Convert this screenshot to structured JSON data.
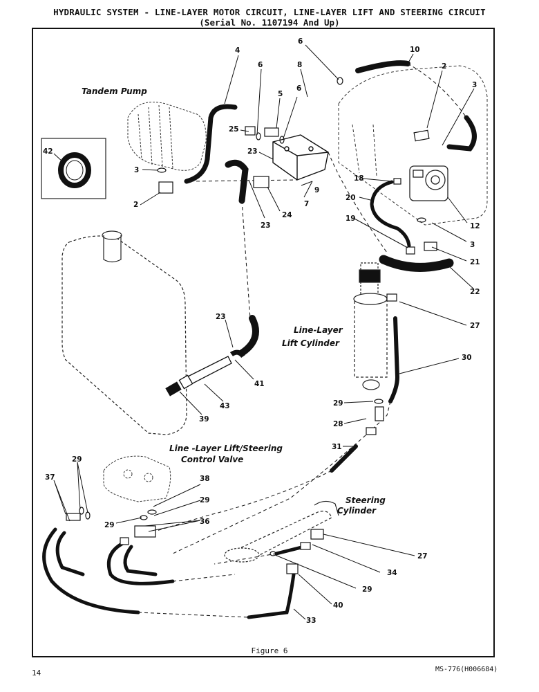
{
  "header": {
    "title": "HYDRAULIC SYSTEM - LINE-LAYER MOTOR CIRCUIT, LINE-LAYER LIFT AND STEERING CIRCUIT",
    "subtitle": "(Serial No. 1107194 And Up)"
  },
  "figure": {
    "caption": "Figure 6"
  },
  "footer": {
    "page_number": "14",
    "doc_code": "MS-776(H006684)"
  },
  "component_labels": {
    "tandem_pump": "Tandem Pump",
    "lift_cylinder_line1": "Line-Layer",
    "lift_cylinder_line2": "Lift Cylinder",
    "control_valve_line1": "Line -Layer Lift/Steering",
    "control_valve_line2": "Control Valve",
    "steering_cylinder_line1": "Steering",
    "steering_cylinder_line2": "Cylinder"
  },
  "callouts": {
    "c4": "4",
    "c6a": "6",
    "c6b": "6",
    "c6c": "6",
    "c10": "10",
    "c2a": "2",
    "c3a": "3",
    "c5": "5",
    "c8": "8",
    "c25": "25",
    "c23a": "23",
    "c42": "42",
    "c3b": "3",
    "c2b": "2",
    "c9": "9",
    "c23b": "23",
    "c24": "24",
    "c7": "7",
    "c18": "18",
    "c20": "20",
    "c12": "12",
    "c19": "19",
    "c3c": "3",
    "c21": "21",
    "c22": "22",
    "c27a": "27",
    "c23c": "23",
    "c30": "30",
    "c41": "41",
    "c43": "43",
    "c39": "39",
    "c29a": "29",
    "c28": "28",
    "c31": "31",
    "c29b": "29",
    "c37": "37",
    "c38": "38",
    "c29c": "29",
    "c29d": "29",
    "c36": "36",
    "c27b": "27",
    "c34": "34",
    "c29e": "29",
    "c40": "40",
    "c33": "33"
  }
}
